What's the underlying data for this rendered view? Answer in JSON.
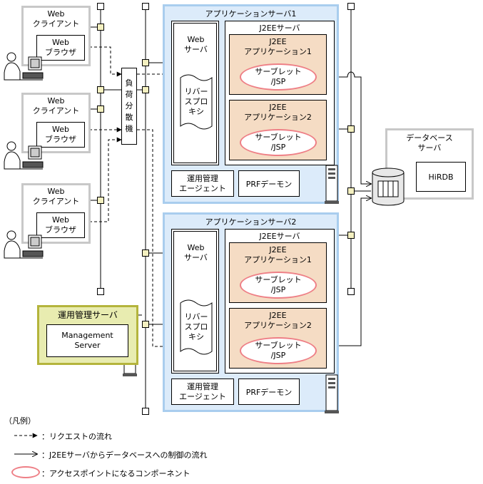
{
  "clients": [
    {
      "label": "Web\nクライアント",
      "browser": "Web\nブラウザ"
    },
    {
      "label": "Web\nクライアント",
      "browser": "Web\nブラウザ"
    },
    {
      "label": "Web\nクライアント",
      "browser": "Web\nブラウザ"
    }
  ],
  "load_balancer": "負\n荷\n分\n散\n機",
  "app_servers": [
    {
      "title": "アプリケーションサーバ1",
      "web_server": "Web\nサーバ",
      "reverse_proxy": "リバー\nスプロ\nキシ",
      "j2ee": "J2EEサーバ",
      "apps": [
        {
          "name": "J2EE\nアプリケーション1",
          "servlet": "サーブレット\n/JSP"
        },
        {
          "name": "J2EE\nアプリケーション2",
          "servlet": "サーブレット\n/JSP"
        }
      ],
      "agent": "運用管理\nエージェント",
      "daemon": "PRFデーモン"
    },
    {
      "title": "アプリケーションサーバ2",
      "web_server": "Web\nサーバ",
      "reverse_proxy": "リバー\nスプロ\nキシ",
      "j2ee": "J2EEサーバ",
      "apps": [
        {
          "name": "J2EE\nアプリケーション1",
          "servlet": "サーブレット\n/JSP"
        },
        {
          "name": "J2EE\nアプリケーション2",
          "servlet": "サーブレット\n/JSP"
        }
      ],
      "agent": "運用管理\nエージェント",
      "daemon": "PRFデーモン"
    }
  ],
  "db_server": {
    "title": "データベース\nサーバ",
    "product": "HiRDB"
  },
  "mgmt_server": {
    "title": "運用管理サーバ",
    "product": "Management\nServer"
  },
  "legend": {
    "title": "（凡例）",
    "request": "：リクエストの流れ",
    "control": "：J2EEサーバからデータベースへの制御の流れ",
    "access": "：アクセスポイントになるコンポーネント"
  },
  "colors": {
    "app_server_fill": "#dcebfa",
    "app_server_border": "#a9cdee",
    "application_fill": "#f5dcc4",
    "servlet_border": "#ee7f86",
    "mgmt_fill": "#e8ecb0",
    "mgmt_border": "#b4b43c",
    "client_border": "#c8c8c8"
  }
}
